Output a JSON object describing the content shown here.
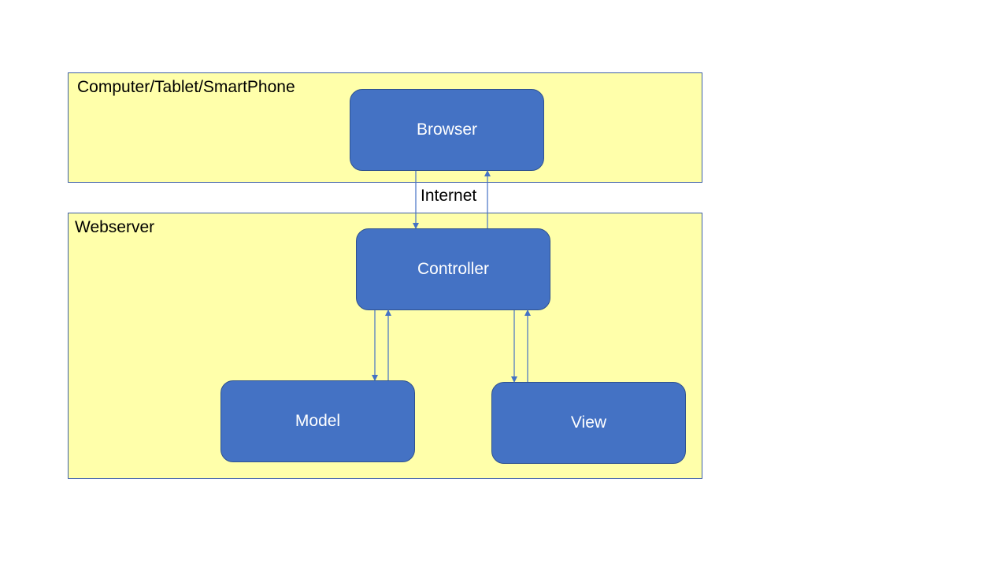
{
  "regions": {
    "client": {
      "label": "Computer/Tablet/SmartPhone"
    },
    "server": {
      "label": "Webserver"
    }
  },
  "nodes": {
    "browser": {
      "label": "Browser"
    },
    "controller": {
      "label": "Controller"
    },
    "model": {
      "label": "Model"
    },
    "view": {
      "label": "View"
    }
  },
  "connector_label": "Internet",
  "colors": {
    "region_fill": "#ffffaa",
    "region_border": "#3d5fa5",
    "node_fill": "#4472c4",
    "node_border": "#2f528f",
    "arrow": "#4472c4"
  }
}
